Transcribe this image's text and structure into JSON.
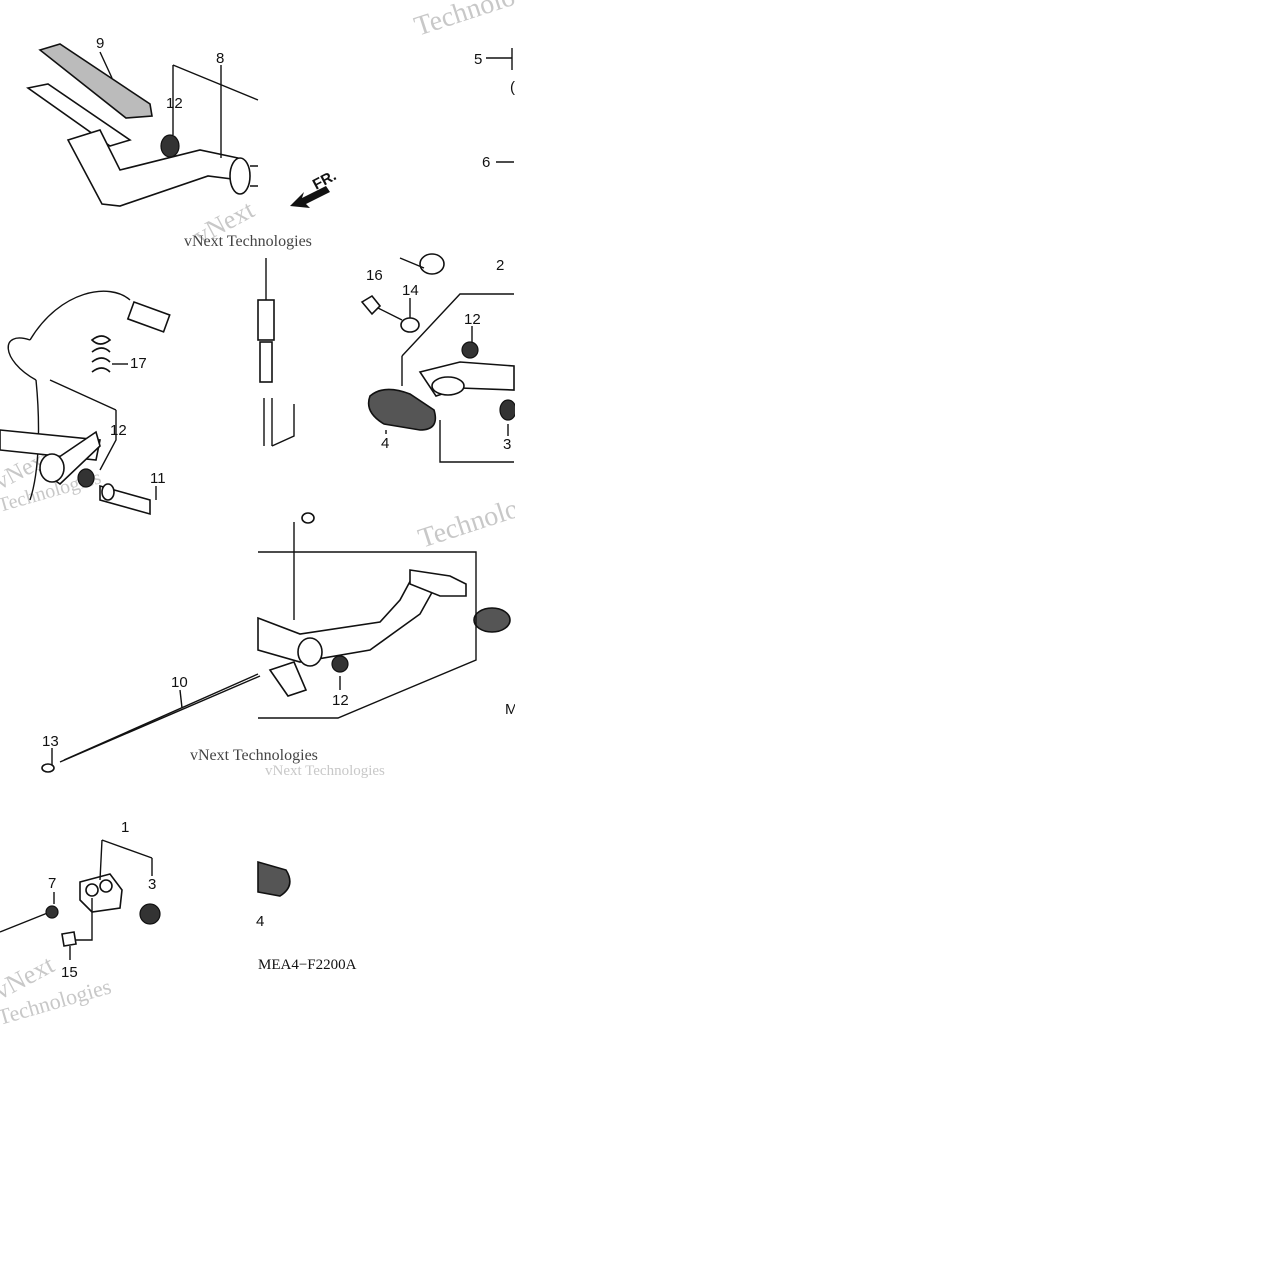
{
  "diagram": {
    "figure_code": "MEA4−F2200A",
    "direction_label": "FR.",
    "watermarks": [
      "Technologies",
      "vNext",
      "vNext Technologies",
      "vNext Technologies",
      "Technologies",
      "vNext Technologies",
      "vNext",
      "Technologies",
      "vNext",
      "Technologies"
    ],
    "callouts": [
      "9",
      "8",
      "12",
      "5",
      "6",
      "16",
      "14",
      "2",
      "12",
      "17",
      "12",
      "11",
      "4",
      "3",
      "10",
      "12",
      "13",
      "1",
      "7",
      "3",
      "15",
      "4"
    ],
    "stray_fragments": [
      "(",
      "M"
    ]
  }
}
